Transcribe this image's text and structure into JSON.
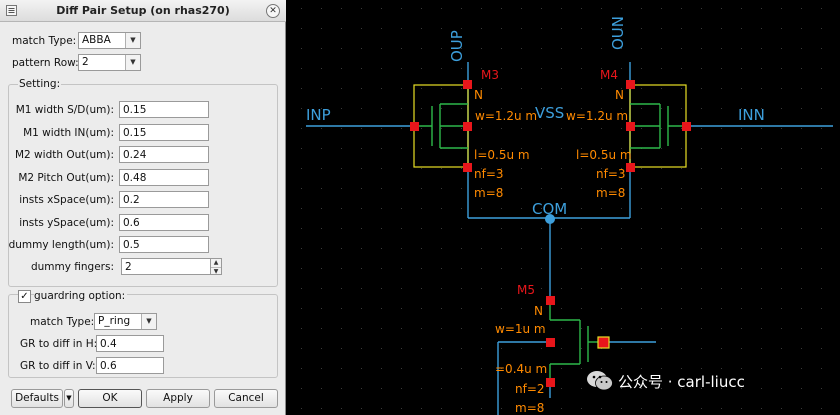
{
  "dialog": {
    "title": "Diff Pair Setup (on rhas270)",
    "match_type_label": "match Type:",
    "match_type_value": "ABBA",
    "pattern_row_label": "pattern Row:",
    "pattern_row_value": "2",
    "setting_group": "Setting:",
    "fields": [
      {
        "label": "M1 width S/D(um):",
        "value": "0.15"
      },
      {
        "label": "M1 width IN(um):",
        "value": "0.15"
      },
      {
        "label": "M2 width Out(um):",
        "value": "0.24"
      },
      {
        "label": "M2 Pitch Out(um):",
        "value": "0.48"
      },
      {
        "label": "insts xSpace(um):",
        "value": "0.2"
      },
      {
        "label": "insts ySpace(um):",
        "value": "0.6"
      },
      {
        "label": "dummy length(um):",
        "value": "0.5"
      },
      {
        "label": "dummy fingers:",
        "value": "2"
      }
    ],
    "guardring_label": "guardring option:",
    "guardring_checked": "✓",
    "gr_match_type_label": "match Type:",
    "gr_match_type_value": "P_ring",
    "gr_h_label": "GR to diff in H:",
    "gr_h_value": "0.4",
    "gr_v_label": "GR to diff in V:",
    "gr_v_value": "0.6",
    "buttons": {
      "defaults": "Defaults",
      "ok": "OK",
      "apply": "Apply",
      "cancel": "Cancel"
    }
  },
  "schematic": {
    "colors": {
      "wire": "#3d9fdc",
      "pin": "#e8161b",
      "label": "#ff8a00",
      "device": "#2eb84a",
      "device_box": "#e8e025",
      "net": "#3d9fdc",
      "grid": "#3a3a3a"
    },
    "nets": {
      "inp": "INP",
      "inn": "INN",
      "oup": "OUP",
      "oun": "OUN",
      "vss": "VSS",
      "com": "COM"
    },
    "m3": {
      "name": "M3",
      "type": "N",
      "w": "w=1.2u m",
      "l": "l=0.5u m",
      "nf": "nf=3",
      "m": "m=8"
    },
    "m4": {
      "name": "M4",
      "type": "N",
      "w": "w=1.2u m",
      "l": "l=0.5u m",
      "nf": "nf=3",
      "m": "m=8"
    },
    "m5": {
      "name": "M5",
      "type": "N",
      "w": "w=1u m",
      "l": "=0.4u m",
      "nf": "nf=2",
      "m": "m=8"
    }
  },
  "watermark": {
    "text": "公众号 · carl-liucc",
    "icon": "wechat-icon"
  }
}
